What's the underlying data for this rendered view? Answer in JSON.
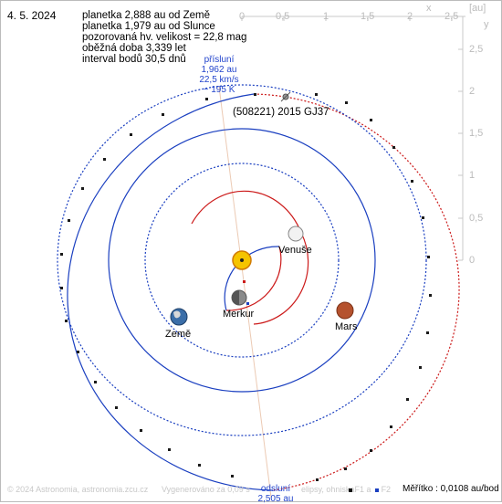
{
  "header": {
    "date": "4. 5. 2024",
    "lines": [
      "planetka 2,888 au od Země",
      "planetka 1,979 au od Slunce",
      "pozorovaná hv. velikost = 22,8 mag",
      "oběžná doba 3,339 let",
      "interval bodů 30,5 dnů"
    ]
  },
  "axis": {
    "x_ticks": [
      "0",
      "0,5",
      "1",
      "1,5",
      "2",
      "2,5"
    ],
    "y_ticks": [
      "2,5",
      "2",
      "1,5",
      "1",
      "0,5",
      "0"
    ],
    "x_label": "x",
    "y_label": "y",
    "unit": "[au]"
  },
  "perihelion": {
    "title": "přísluní",
    "distance": "1,962 au",
    "speed": "22,5 km/s",
    "temperature": "~ 195 K"
  },
  "aphelion": {
    "title": "odsluní",
    "distance": "2,505 au"
  },
  "asteroid": {
    "name": "(508221) 2015 GJ37"
  },
  "bodies": {
    "venus": "Venuše",
    "mercury": "Merkur",
    "earth": "Země",
    "mars": "Mars"
  },
  "footer": {
    "copyright": "© 2024 Astronomia, astronomia.zcu.cz",
    "generated": "Vygenerováno za 0,09 s",
    "orbits": "elipsy, ohniska",
    "f1": "F1 a",
    "f2": "F2"
  },
  "scale": {
    "label": "Měřítko : 0,0108 au/bod"
  },
  "colors": {
    "blue_orbit": "#1a3fc0",
    "red_orbit": "#cc1a1a",
    "apsis_line": "#e8c8b0",
    "sun": "#f5c400",
    "axis": "#c8c8c8"
  }
}
